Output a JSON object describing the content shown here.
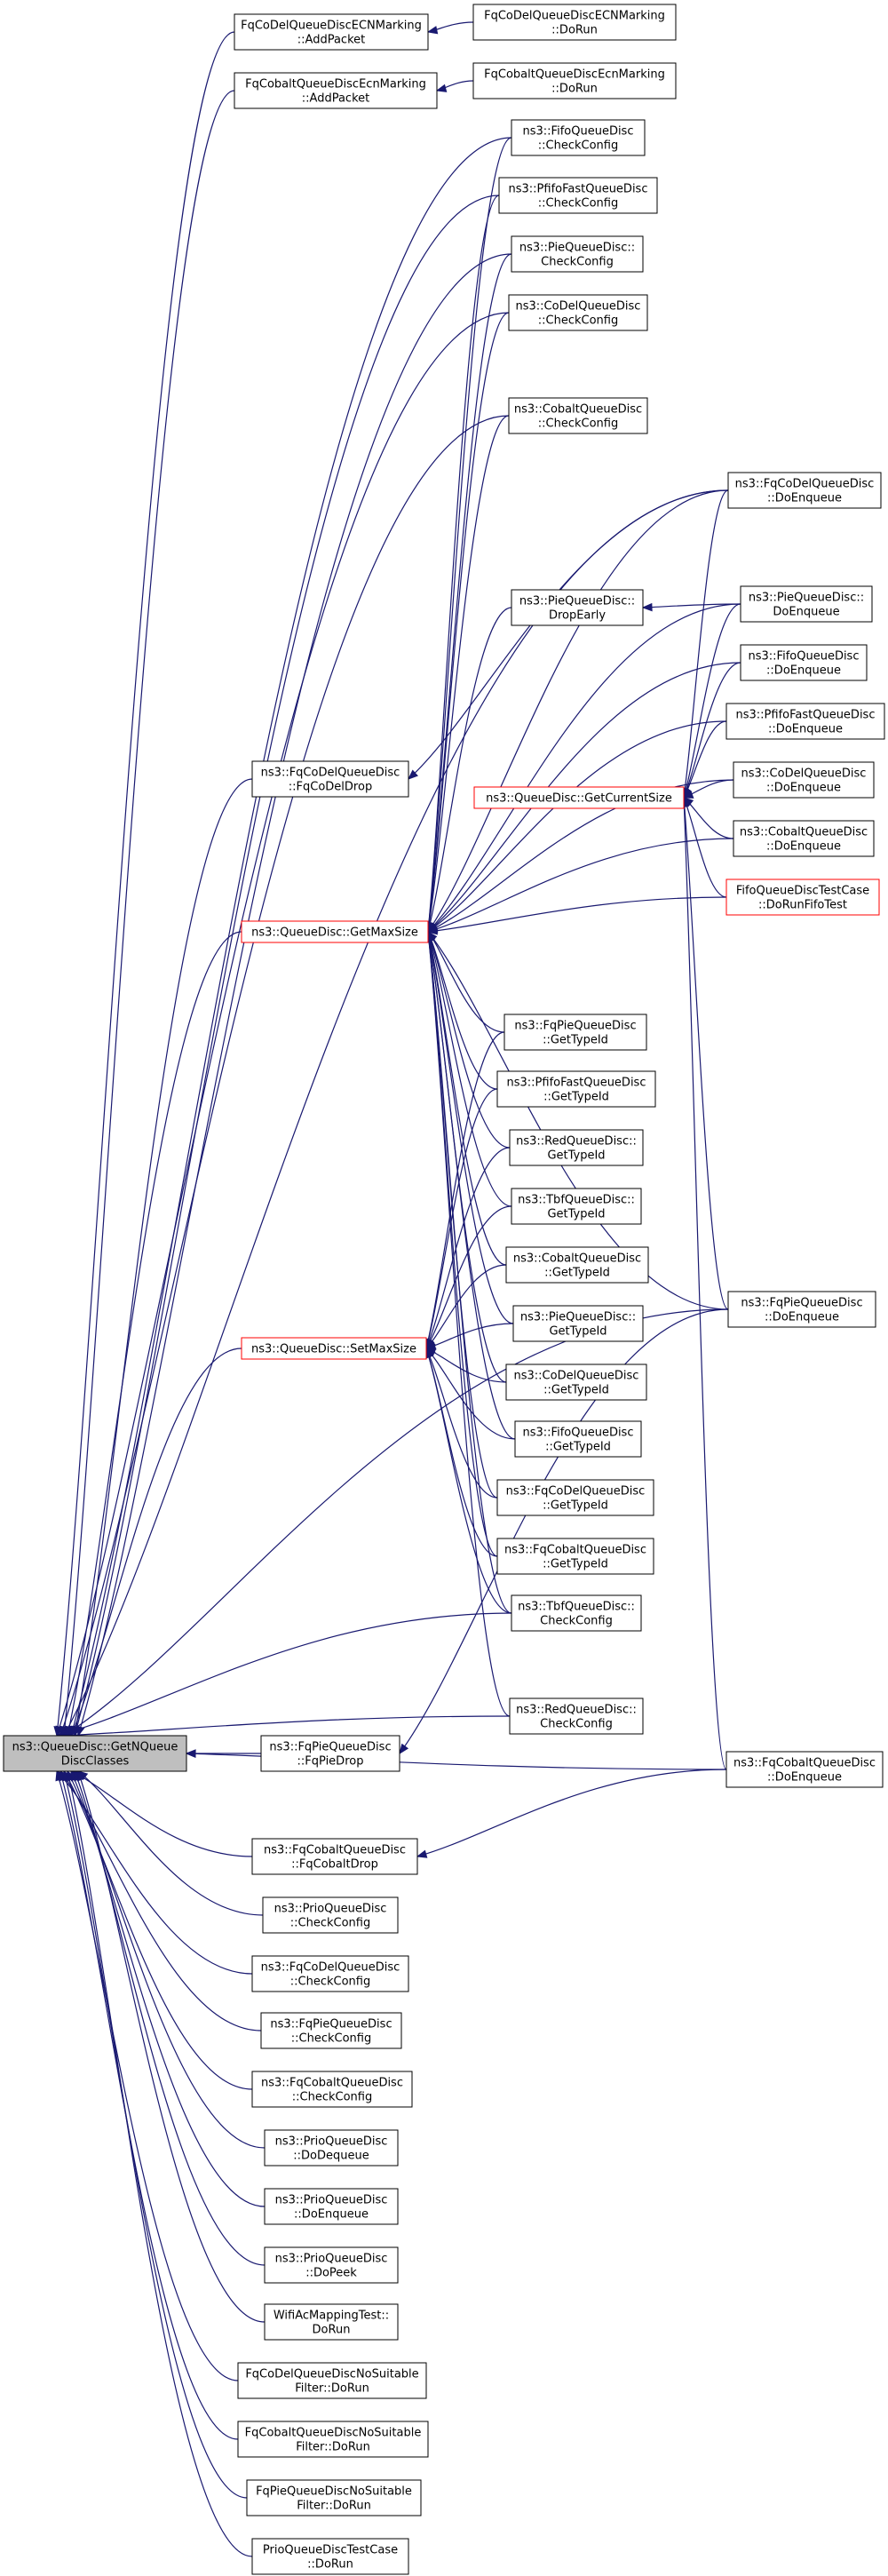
{
  "nodes": [
    {
      "id": "FqCoDelQueueDiscECNMarking::AddPacket",
      "lines": [
        "FqCoDelQueueDiscECNMarking",
        "::AddPacket"
      ]
    },
    {
      "id": "FqCoDelQueueDiscECNMarking::DoRun",
      "lines": [
        "FqCoDelQueueDiscECNMarking",
        "::DoRun"
      ]
    },
    {
      "id": "FqCobaltQueueDiscEcnMarking::AddPacket",
      "lines": [
        "FqCobaltQueueDiscEcnMarking",
        "::AddPacket"
      ]
    },
    {
      "id": "FqCobaltQueueDiscEcnMarking::DoRun",
      "lines": [
        "FqCobaltQueueDiscEcnMarking",
        "::DoRun"
      ]
    },
    {
      "id": "ns3::FifoQueueDisc::CheckConfig",
      "lines": [
        "ns3::FifoQueueDisc",
        "::CheckConfig"
      ]
    },
    {
      "id": "ns3::PfifoFastQueueDisc::CheckConfig",
      "lines": [
        "ns3::PfifoFastQueueDisc",
        "::CheckConfig"
      ]
    },
    {
      "id": "ns3::PieQueueDisc::CheckConfig",
      "lines": [
        "ns3::PieQueueDisc::",
        "CheckConfig"
      ]
    },
    {
      "id": "ns3::CoDelQueueDisc::CheckConfig",
      "lines": [
        "ns3::CoDelQueueDisc",
        "::CheckConfig"
      ]
    },
    {
      "id": "ns3::CobaltQueueDisc::CheckConfig",
      "lines": [
        "ns3::CobaltQueueDisc",
        "::CheckConfig"
      ]
    },
    {
      "id": "ns3::FqCoDelQueueDisc::DoEnqueue",
      "lines": [
        "ns3::FqCoDelQueueDisc",
        "::DoEnqueue"
      ]
    },
    {
      "id": "ns3::PieQueueDisc::DropEarly",
      "lines": [
        "ns3::PieQueueDisc::",
        "DropEarly"
      ]
    },
    {
      "id": "ns3::PieQueueDisc::DoEnqueue",
      "lines": [
        "ns3::PieQueueDisc::",
        "DoEnqueue"
      ]
    },
    {
      "id": "ns3::FifoQueueDisc::DoEnqueue",
      "lines": [
        "ns3::FifoQueueDisc",
        "::DoEnqueue"
      ]
    },
    {
      "id": "ns3::PfifoFastQueueDisc::DoEnqueue",
      "lines": [
        "ns3::PfifoFastQueueDisc",
        "::DoEnqueue"
      ]
    },
    {
      "id": "ns3::FqCoDelQueueDisc::FqCoDelDrop",
      "lines": [
        "ns3::FqCoDelQueueDisc",
        "::FqCoDelDrop"
      ]
    },
    {
      "id": "ns3::QueueDisc::GetCurrentSize",
      "lines": [
        "ns3::QueueDisc::GetCurrentSize"
      ],
      "highlight": true
    },
    {
      "id": "ns3::CoDelQueueDisc::DoEnqueue",
      "lines": [
        "ns3::CoDelQueueDisc",
        "::DoEnqueue"
      ]
    },
    {
      "id": "ns3::CobaltQueueDisc::DoEnqueue",
      "lines": [
        "ns3::CobaltQueueDisc",
        "::DoEnqueue"
      ]
    },
    {
      "id": "FifoQueueDiscTestCase::DoRunFifoTest",
      "lines": [
        "FifoQueueDiscTestCase",
        "::DoRunFifoTest"
      ],
      "highlight": true
    },
    {
      "id": "ns3::QueueDisc::GetMaxSize",
      "lines": [
        "ns3::QueueDisc::GetMaxSize"
      ],
      "highlight": true
    },
    {
      "id": "ns3::FqPieQueueDisc::GetTypeId",
      "lines": [
        "ns3::FqPieQueueDisc",
        "::GetTypeId"
      ]
    },
    {
      "id": "ns3::PfifoFastQueueDisc::GetTypeId",
      "lines": [
        "ns3::PfifoFastQueueDisc",
        "::GetTypeId"
      ]
    },
    {
      "id": "ns3::RedQueueDisc::GetTypeId",
      "lines": [
        "ns3::RedQueueDisc::",
        "GetTypeId"
      ]
    },
    {
      "id": "ns3::TbfQueueDisc::GetTypeId",
      "lines": [
        "ns3::TbfQueueDisc::",
        "GetTypeId"
      ]
    },
    {
      "id": "ns3::CobaltQueueDisc::GetTypeId",
      "lines": [
        "ns3::CobaltQueueDisc",
        "::GetTypeId"
      ]
    },
    {
      "id": "ns3::FqPieQueueDisc::DoEnqueue",
      "lines": [
        "ns3::FqPieQueueDisc",
        "::DoEnqueue"
      ]
    },
    {
      "id": "ns3::PieQueueDisc::GetTypeId",
      "lines": [
        "ns3::PieQueueDisc::",
        "GetTypeId"
      ]
    },
    {
      "id": "ns3::QueueDisc::SetMaxSize",
      "lines": [
        "ns3::QueueDisc::SetMaxSize"
      ],
      "highlight": true
    },
    {
      "id": "ns3::CoDelQueueDisc::GetTypeId",
      "lines": [
        "ns3::CoDelQueueDisc",
        "::GetTypeId"
      ]
    },
    {
      "id": "ns3::FifoQueueDisc::GetTypeId",
      "lines": [
        "ns3::FifoQueueDisc",
        "::GetTypeId"
      ]
    },
    {
      "id": "ns3::FqCoDelQueueDisc::GetTypeId",
      "lines": [
        "ns3::FqCoDelQueueDisc",
        "::GetTypeId"
      ]
    },
    {
      "id": "ns3::FqCobaltQueueDisc::GetTypeId",
      "lines": [
        "ns3::FqCobaltQueueDisc",
        "::GetTypeId"
      ]
    },
    {
      "id": "ns3::TbfQueueDisc::CheckConfig",
      "lines": [
        "ns3::TbfQueueDisc::",
        "CheckConfig"
      ]
    },
    {
      "id": "ns3::RedQueueDisc::CheckConfig",
      "lines": [
        "ns3::RedQueueDisc::",
        "CheckConfig"
      ]
    },
    {
      "id": "ns3::QueueDisc::GetNQueueDiscClasses",
      "lines": [
        "ns3::QueueDisc::GetNQueue",
        "DiscClasses"
      ],
      "focus": true
    },
    {
      "id": "ns3::FqPieQueueDisc::FqPieDrop",
      "lines": [
        "ns3::FqPieQueueDisc",
        "::FqPieDrop"
      ]
    },
    {
      "id": "ns3::FqCobaltQueueDisc::DoEnqueue",
      "lines": [
        "ns3::FqCobaltQueueDisc",
        "::DoEnqueue"
      ]
    },
    {
      "id": "ns3::FqCobaltQueueDisc::FqCobaltDrop",
      "lines": [
        "ns3::FqCobaltQueueDisc",
        "::FqCobaltDrop"
      ]
    },
    {
      "id": "ns3::PrioQueueDisc::CheckConfig",
      "lines": [
        "ns3::PrioQueueDisc",
        "::CheckConfig"
      ]
    },
    {
      "id": "ns3::FqCoDelQueueDisc::CheckConfig",
      "lines": [
        "ns3::FqCoDelQueueDisc",
        "::CheckConfig"
      ]
    },
    {
      "id": "ns3::FqPieQueueDisc::CheckConfig",
      "lines": [
        "ns3::FqPieQueueDisc",
        "::CheckConfig"
      ]
    },
    {
      "id": "ns3::FqCobaltQueueDisc::CheckConfig",
      "lines": [
        "ns3::FqCobaltQueueDisc",
        "::CheckConfig"
      ]
    },
    {
      "id": "ns3::PrioQueueDisc::DoDequeue",
      "lines": [
        "ns3::PrioQueueDisc",
        "::DoDequeue"
      ]
    },
    {
      "id": "ns3::PrioQueueDisc::DoEnqueue",
      "lines": [
        "ns3::PrioQueueDisc",
        "::DoEnqueue"
      ]
    },
    {
      "id": "ns3::PrioQueueDisc::DoPeek",
      "lines": [
        "ns3::PrioQueueDisc",
        "::DoPeek"
      ]
    },
    {
      "id": "WifiAcMappingTest::DoRun",
      "lines": [
        "WifiAcMappingTest::",
        "DoRun"
      ]
    },
    {
      "id": "FqCoDelQueueDiscNoSuitableFilter::DoRun",
      "lines": [
        "FqCoDelQueueDiscNoSuitable",
        "Filter::DoRun"
      ]
    },
    {
      "id": "FqCobaltQueueDiscNoSuitableFilter::DoRun",
      "lines": [
        "FqCobaltQueueDiscNoSuitable",
        "Filter::DoRun"
      ]
    },
    {
      "id": "FqPieQueueDiscNoSuitableFilter::DoRun",
      "lines": [
        "FqPieQueueDiscNoSuitable",
        "Filter::DoRun"
      ]
    },
    {
      "id": "PrioQueueDiscTestCase::DoRun",
      "lines": [
        "PrioQueueDiscTestCase",
        "::DoRun"
      ]
    }
  ],
  "edges": [
    [
      "FqCoDelQueueDiscECNMarking::AddPacket",
      "ns3::QueueDisc::GetNQueueDiscClasses"
    ],
    [
      "FqCoDelQueueDiscECNMarking::DoRun",
      "FqCoDelQueueDiscECNMarking::AddPacket"
    ],
    [
      "FqCobaltQueueDiscEcnMarking::AddPacket",
      "ns3::QueueDisc::GetNQueueDiscClasses"
    ],
    [
      "FqCobaltQueueDiscEcnMarking::DoRun",
      "FqCobaltQueueDiscEcnMarking::AddPacket"
    ],
    [
      "ns3::FifoQueueDisc::CheckConfig",
      "ns3::QueueDisc::GetNQueueDiscClasses"
    ],
    [
      "ns3::PfifoFastQueueDisc::CheckConfig",
      "ns3::QueueDisc::GetNQueueDiscClasses"
    ],
    [
      "ns3::PieQueueDisc::CheckConfig",
      "ns3::QueueDisc::GetNQueueDiscClasses"
    ],
    [
      "ns3::CoDelQueueDisc::CheckConfig",
      "ns3::QueueDisc::GetNQueueDiscClasses"
    ],
    [
      "ns3::CobaltQueueDisc::CheckConfig",
      "ns3::QueueDisc::GetNQueueDiscClasses"
    ],
    [
      "ns3::FqCoDelQueueDisc::DoEnqueue",
      "ns3::QueueDisc::GetNQueueDiscClasses"
    ],
    [
      "ns3::FqCoDelQueueDisc::DoEnqueue",
      "ns3::QueueDisc::GetMaxSize"
    ],
    [
      "ns3::FqCoDelQueueDisc::DoEnqueue",
      "ns3::QueueDisc::GetCurrentSize"
    ],
    [
      "ns3::FqCoDelQueueDisc::FqCoDelDrop",
      "ns3::QueueDisc::GetNQueueDiscClasses"
    ],
    [
      "ns3::FqCoDelQueueDisc::DoEnqueue",
      "ns3::FqCoDelQueueDisc::FqCoDelDrop"
    ],
    [
      "ns3::PieQueueDisc::DoEnqueue",
      "ns3::PieQueueDisc::DropEarly"
    ],
    [
      "ns3::PieQueueDisc::DoEnqueue",
      "ns3::QueueDisc::GetCurrentSize"
    ],
    [
      "ns3::PieQueueDisc::DoEnqueue",
      "ns3::QueueDisc::GetMaxSize"
    ],
    [
      "ns3::PieQueueDisc::DropEarly",
      "ns3::QueueDisc::GetMaxSize"
    ],
    [
      "ns3::FifoQueueDisc::DoEnqueue",
      "ns3::QueueDisc::GetCurrentSize"
    ],
    [
      "ns3::FifoQueueDisc::DoEnqueue",
      "ns3::QueueDisc::GetMaxSize"
    ],
    [
      "ns3::PfifoFastQueueDisc::DoEnqueue",
      "ns3::QueueDisc::GetCurrentSize"
    ],
    [
      "ns3::PfifoFastQueueDisc::DoEnqueue",
      "ns3::QueueDisc::GetMaxSize"
    ],
    [
      "ns3::CoDelQueueDisc::DoEnqueue",
      "ns3::QueueDisc::GetCurrentSize"
    ],
    [
      "ns3::CoDelQueueDisc::DoEnqueue",
      "ns3::QueueDisc::GetMaxSize"
    ],
    [
      "ns3::CobaltQueueDisc::DoEnqueue",
      "ns3::QueueDisc::GetCurrentSize"
    ],
    [
      "ns3::CobaltQueueDisc::DoEnqueue",
      "ns3::QueueDisc::GetMaxSize"
    ],
    [
      "FifoQueueDiscTestCase::DoRunFifoTest",
      "ns3::QueueDisc::GetCurrentSize"
    ],
    [
      "FifoQueueDiscTestCase::DoRunFifoTest",
      "ns3::QueueDisc::GetMaxSize"
    ],
    [
      "ns3::FqPieQueueDisc::DoEnqueue",
      "ns3::QueueDisc::GetCurrentSize"
    ],
    [
      "ns3::FqPieQueueDisc::DoEnqueue",
      "ns3::QueueDisc::GetMaxSize"
    ],
    [
      "ns3::FqPieQueueDisc::DoEnqueue",
      "ns3::QueueDisc::GetNQueueDiscClasses"
    ],
    [
      "ns3::FqCobaltQueueDisc::DoEnqueue",
      "ns3::QueueDisc::GetCurrentSize"
    ],
    [
      "ns3::FqCobaltQueueDisc::DoEnqueue",
      "ns3::QueueDisc::GetNQueueDiscClasses"
    ],
    [
      "ns3::FifoQueueDisc::CheckConfig",
      "ns3::QueueDisc::GetMaxSize"
    ],
    [
      "ns3::PfifoFastQueueDisc::CheckConfig",
      "ns3::QueueDisc::GetMaxSize"
    ],
    [
      "ns3::PieQueueDisc::CheckConfig",
      "ns3::QueueDisc::GetMaxSize"
    ],
    [
      "ns3::CoDelQueueDisc::CheckConfig",
      "ns3::QueueDisc::GetMaxSize"
    ],
    [
      "ns3::CobaltQueueDisc::CheckConfig",
      "ns3::QueueDisc::GetMaxSize"
    ],
    [
      "ns3::QueueDisc::GetMaxSize",
      "ns3::QueueDisc::GetNQueueDiscClasses"
    ],
    [
      "ns3::QueueDisc::SetMaxSize",
      "ns3::QueueDisc::GetNQueueDiscClasses"
    ],
    [
      "ns3::FqPieQueueDisc::GetTypeId",
      "ns3::QueueDisc::GetMaxSize"
    ],
    [
      "ns3::PfifoFastQueueDisc::GetTypeId",
      "ns3::QueueDisc::GetMaxSize"
    ],
    [
      "ns3::RedQueueDisc::GetTypeId",
      "ns3::QueueDisc::GetMaxSize"
    ],
    [
      "ns3::TbfQueueDisc::GetTypeId",
      "ns3::QueueDisc::GetMaxSize"
    ],
    [
      "ns3::CobaltQueueDisc::GetTypeId",
      "ns3::QueueDisc::GetMaxSize"
    ],
    [
      "ns3::PieQueueDisc::GetTypeId",
      "ns3::QueueDisc::GetMaxSize"
    ],
    [
      "ns3::CoDelQueueDisc::GetTypeId",
      "ns3::QueueDisc::GetMaxSize"
    ],
    [
      "ns3::FifoQueueDisc::GetTypeId",
      "ns3::QueueDisc::GetMaxSize"
    ],
    [
      "ns3::FqCoDelQueueDisc::GetTypeId",
      "ns3::QueueDisc::GetMaxSize"
    ],
    [
      "ns3::FqCobaltQueueDisc::GetTypeId",
      "ns3::QueueDisc::GetMaxSize"
    ],
    [
      "ns3::TbfQueueDisc::CheckConfig",
      "ns3::QueueDisc::GetMaxSize"
    ],
    [
      "ns3::RedQueueDisc::CheckConfig",
      "ns3::QueueDisc::GetMaxSize"
    ],
    [
      "ns3::FqPieQueueDisc::GetTypeId",
      "ns3::QueueDisc::SetMaxSize"
    ],
    [
      "ns3::PfifoFastQueueDisc::GetTypeId",
      "ns3::QueueDisc::SetMaxSize"
    ],
    [
      "ns3::RedQueueDisc::GetTypeId",
      "ns3::QueueDisc::SetMaxSize"
    ],
    [
      "ns3::TbfQueueDisc::GetTypeId",
      "ns3::QueueDisc::SetMaxSize"
    ],
    [
      "ns3::CobaltQueueDisc::GetTypeId",
      "ns3::QueueDisc::SetMaxSize"
    ],
    [
      "ns3::PieQueueDisc::GetTypeId",
      "ns3::QueueDisc::SetMaxSize"
    ],
    [
      "ns3::CoDelQueueDisc::GetTypeId",
      "ns3::QueueDisc::SetMaxSize"
    ],
    [
      "ns3::FifoQueueDisc::GetTypeId",
      "ns3::QueueDisc::SetMaxSize"
    ],
    [
      "ns3::FqCoDelQueueDisc::GetTypeId",
      "ns3::QueueDisc::SetMaxSize"
    ],
    [
      "ns3::FqCobaltQueueDisc::GetTypeId",
      "ns3::QueueDisc::SetMaxSize"
    ],
    [
      "ns3::TbfQueueDisc::CheckConfig",
      "ns3::QueueDisc::SetMaxSize"
    ],
    [
      "ns3::TbfQueueDisc::CheckConfig",
      "ns3::QueueDisc::GetNQueueDiscClasses"
    ],
    [
      "ns3::RedQueueDisc::CheckConfig",
      "ns3::QueueDisc::GetNQueueDiscClasses"
    ],
    [
      "ns3::FqPieQueueDisc::FqPieDrop",
      "ns3::QueueDisc::GetNQueueDiscClasses"
    ],
    [
      "ns3::FqPieQueueDisc::DoEnqueue",
      "ns3::FqPieQueueDisc::FqPieDrop"
    ],
    [
      "ns3::FqCobaltQueueDisc::FqCobaltDrop",
      "ns3::QueueDisc::GetNQueueDiscClasses"
    ],
    [
      "ns3::FqCobaltQueueDisc::DoEnqueue",
      "ns3::FqCobaltQueueDisc::FqCobaltDrop"
    ],
    [
      "ns3::PrioQueueDisc::CheckConfig",
      "ns3::QueueDisc::GetNQueueDiscClasses"
    ],
    [
      "ns3::FqCoDelQueueDisc::CheckConfig",
      "ns3::QueueDisc::GetNQueueDiscClasses"
    ],
    [
      "ns3::FqPieQueueDisc::CheckConfig",
      "ns3::QueueDisc::GetNQueueDiscClasses"
    ],
    [
      "ns3::FqCobaltQueueDisc::CheckConfig",
      "ns3::QueueDisc::GetNQueueDiscClasses"
    ],
    [
      "ns3::PrioQueueDisc::DoDequeue",
      "ns3::QueueDisc::GetNQueueDiscClasses"
    ],
    [
      "ns3::PrioQueueDisc::DoEnqueue",
      "ns3::QueueDisc::GetNQueueDiscClasses"
    ],
    [
      "ns3::PrioQueueDisc::DoPeek",
      "ns3::QueueDisc::GetNQueueDiscClasses"
    ],
    [
      "WifiAcMappingTest::DoRun",
      "ns3::QueueDisc::GetNQueueDiscClasses"
    ],
    [
      "FqCoDelQueueDiscNoSuitableFilter::DoRun",
      "ns3::QueueDisc::GetNQueueDiscClasses"
    ],
    [
      "FqCobaltQueueDiscNoSuitableFilter::DoRun",
      "ns3::QueueDisc::GetNQueueDiscClasses"
    ],
    [
      "FqPieQueueDiscNoSuitableFilter::DoRun",
      "ns3::QueueDisc::GetNQueueDiscClasses"
    ],
    [
      "PrioQueueDiscTestCase::DoRun",
      "ns3::QueueDisc::GetNQueueDiscClasses"
    ]
  ]
}
